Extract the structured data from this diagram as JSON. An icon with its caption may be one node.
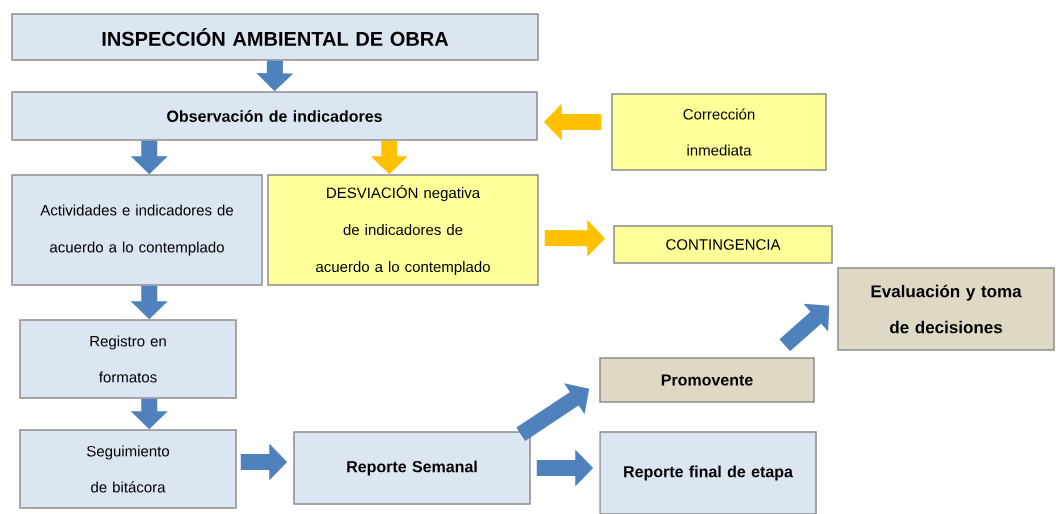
{
  "diagram": {
    "nodes": [
      {
        "text": [
          "INSPECCIÓN AMBIENTAL DE OBRA"
        ]
      },
      {
        "text": [
          "Observación de indicadores"
        ]
      },
      {
        "text": [
          "Corrección inmediata"
        ]
      },
      {
        "text": [
          "Actividades e indicadores de acuerdo a lo contemplado"
        ]
      },
      {
        "text": [
          "DESVIACIÓN negativa de indicadores de acuerdo a lo contemplado"
        ]
      },
      {
        "text": [
          "CONTINGENCIA"
        ]
      },
      {
        "text": [
          "Evaluación y toma de decisiones"
        ]
      },
      {
        "text": [
          "Registro en formatos"
        ]
      },
      {
        "text": [
          "Promovente"
        ]
      },
      {
        "text": [
          "Seguimiento de bitácora"
        ]
      },
      {
        "text": [
          "Reporte Semanal"
        ]
      },
      {
        "text": [
          "Reporte final de etapa"
        ]
      }
    ],
    "edges": [
      {
        "from": 0,
        "to": 1,
        "arrow": "to"
      },
      {
        "from": 1,
        "to": 3,
        "arrow": "to"
      },
      {
        "from": 1,
        "to": 4,
        "arrow": "to",
        "color": "#ffc000"
      },
      {
        "from": 2,
        "to": 1,
        "arrow": "to",
        "color": "#ffc000"
      },
      {
        "from": 4,
        "to": 5,
        "arrow": "to",
        "color": "#ffc000"
      },
      {
        "from": 3,
        "to": 7,
        "arrow": "to"
      },
      {
        "from": 7,
        "to": 9,
        "arrow": "to"
      },
      {
        "from": 9,
        "to": 10,
        "arrow": "to"
      },
      {
        "from": 10,
        "to": 8,
        "arrow": "to"
      },
      {
        "from": 10,
        "to": 11,
        "arrow": "to"
      },
      {
        "from": 8,
        "to": 6,
        "arrow": "to"
      }
    ]
  }
}
